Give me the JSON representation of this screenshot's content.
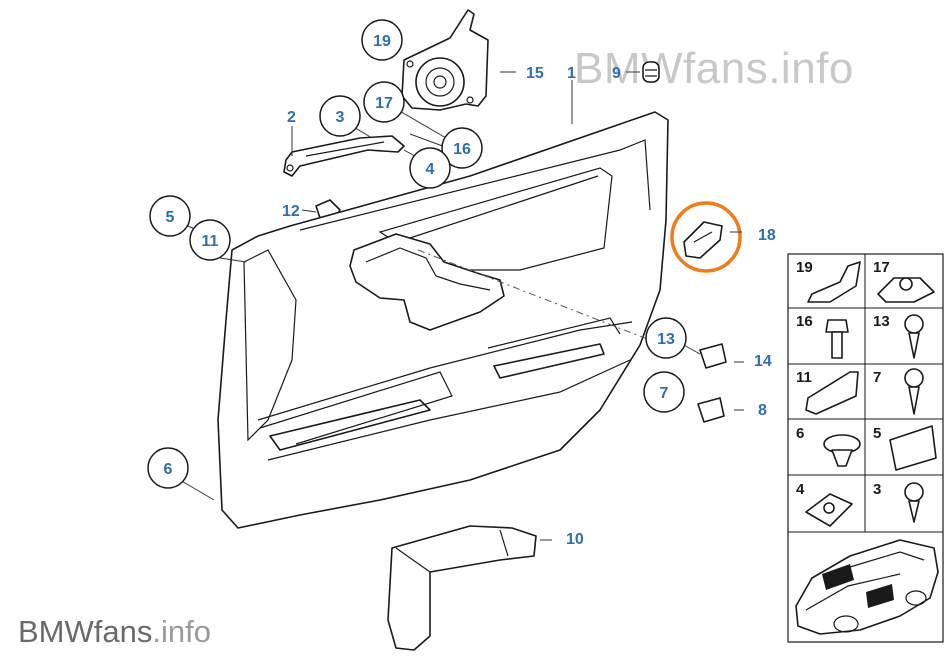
{
  "watermark": {
    "top_text": "BMWfans.info",
    "bottom_main": "BMWfans",
    "bottom_suffix": ".info"
  },
  "colors": {
    "callout": "#2e6fb0",
    "highlight": "#f07d1a",
    "line": "#1a1a1a"
  },
  "diagram": {
    "circled_labels": [
      "19",
      "3",
      "17",
      "16",
      "4",
      "5",
      "11",
      "6",
      "13",
      "7"
    ],
    "plain_labels": [
      "15",
      "1",
      "9",
      "2",
      "12",
      "18",
      "14",
      "8",
      "10"
    ]
  },
  "legend": {
    "cells": [
      "19",
      "17",
      "16",
      "13",
      "11",
      "7",
      "6",
      "5",
      "4",
      "3"
    ]
  }
}
